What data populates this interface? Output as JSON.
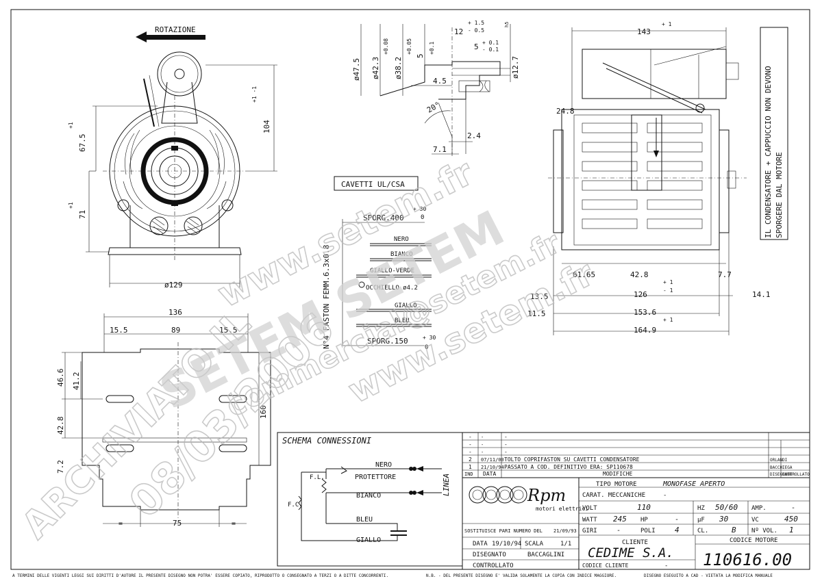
{
  "front_view": {
    "rotation_label": "ROTAZIONE",
    "dim_height_top": "67.5",
    "dim_height_top_tol": "+ 1\n- 1",
    "dim_height_bottom": "71",
    "dim_height_bottom_tol": "+ 1\n- 1",
    "dim_total_height": "104",
    "dim_total_height_tol": "+ 1\n- 1",
    "dim_diameter": "ø129"
  },
  "bottom_view": {
    "dim_width": "136",
    "dim_left": "15.5",
    "dim_center": "89",
    "dim_right": "15.5",
    "dim_46": "46.6",
    "dim_41": "41.2",
    "dim_42": "42.8",
    "dim_72": "7.2",
    "dim_160": "160",
    "dim_75": "75",
    "eq_left": "=",
    "eq_right": "="
  },
  "shaft_detail": {
    "d47": "ø47.5",
    "d42": "ø42.3",
    "d42_tol": "+ 0.08\n  0",
    "d38": "ø38.2",
    "d38_tol": "+ 0.05\n  0",
    "d5": "5",
    "d5_tol": "+ 0.1\n  0",
    "d12": "12",
    "d12_tol": "+ 1.5\n- 0.5",
    "d5b": "5",
    "d5b_tol": "- 0.1",
    "d127": "ø12.7",
    "d127_tol": "h5",
    "d45": "4.5",
    "d20": "20°",
    "d24": "2.4",
    "d71": "7.1"
  },
  "cables": {
    "title": "CAVETTI UL/CSA",
    "faston": "N°4 FASTON FEMM.6.3x0.8",
    "sporg400": "SPORG.400",
    "sporg400_tol": "+ 30\n  0",
    "sporg150": "SPORG.150",
    "sporg150_tol": "+ 30\n  0",
    "wires": [
      "NERO",
      "BIANCO",
      "GIALLO-VERDE",
      "OCCHIELLO ø4.2",
      "GIALLO",
      "BLEU"
    ]
  },
  "side_view": {
    "dim_143": "143",
    "dim_143_tol": "+ 1\n- 1",
    "dim_248": "24.8",
    "dim_6165": "61.65",
    "dim_428": "42.8",
    "dim_77": "7.7",
    "dim_135": "13.5",
    "dim_126": "126",
    "dim_141": "14.1",
    "dim_115": "11.5",
    "dim_1536": "153.6",
    "dim_1649": "164.9",
    "tol": "+ 1\n- 1",
    "note": "IL CONDENSATORE + CAPPUCCIO NON DEVONO\nSPORGERE DAL MOTORE"
  },
  "schema": {
    "title": "SCHEMA CONNESSIONI",
    "nero": "NERO",
    "protettore": "PROTETTORE",
    "bianco": "BIANCO",
    "bleu": "BLEU",
    "giallo": "GIALLO",
    "linea": "LINEA",
    "fl": "F.L.",
    "fc": "F.C."
  },
  "revisions": {
    "rows": [
      {
        "ind": "-",
        "date": "-",
        "desc": "-",
        "who": ""
      },
      {
        "ind": "-",
        "date": "-",
        "desc": "-",
        "who": ""
      },
      {
        "ind": "-",
        "date": "-",
        "desc": "-",
        "who": ""
      },
      {
        "ind": "2",
        "date": "07/11/00",
        "desc": "TOLTO COPRIFASTON SU CAVETTI CONDENSATORE",
        "who": "ORLANDI"
      },
      {
        "ind": "1",
        "date": "21/10/94",
        "desc": "PASSATO A COD. DEFINITIVO ERA: SP110678",
        "who": "BACCHIEGA"
      }
    ],
    "head_ind": "IND",
    "head_data": "DATA",
    "head_mod": "MODIFICHE",
    "head_dis": "DISEGNATO",
    "head_ctrl": "CONTROLLATO"
  },
  "titleblock": {
    "logo": "Rpm",
    "logo_sub": "motori elettrici",
    "tipo_label": "TIPO MOTORE",
    "tipo": "MONOFASE APERTO",
    "carat": "CARAT. MECCANICHE",
    "carat_val": "-",
    "volt_label": "VOLT",
    "volt": "110",
    "hz_label": "HZ",
    "hz": "50/60",
    "amp_label": "AMP.",
    "amp": "-",
    "watt_label": "WATT",
    "watt": "245",
    "hp_label": "HP",
    "hp": "-",
    "uf_label": "µF",
    "uf": "30",
    "vc_label": "VC",
    "vc": "450",
    "giri_label": "GIRI",
    "giri": "-",
    "poli_label": "POLI",
    "poli": "4",
    "cl_label": "CL.",
    "cl": "B",
    "nvol_label": "Nº VOL.",
    "nvol": "1",
    "sost": "SOSTITUISCE PARI NUMERO DEL",
    "sost_date": "21/09/93",
    "data_label": "DATA",
    "data": "19/10/94",
    "scala_label": "SCALA",
    "scala": "1/1",
    "dis_label": "DISEGNATO",
    "dis": "BACCAGLINI",
    "ctrl_label": "CONTROLLATO",
    "cliente_label": "CLIENTE",
    "cliente": "CEDIME S.A.",
    "codcli_label": "CODICE CLIENTE",
    "codcli": "-",
    "codmot_label": "CODICE MOTORE",
    "codmot": "110616.00"
  },
  "footer": {
    "left": "A TERMINI DELLE VIGENTI LEGGI SUI DIRITTI D'AUTORE IL PRESENTE DISEGNO NON POTRA' ESSERE COPIATO, RIPRODOTTO O CONSEGNATO A TERZI O A DITTE CONCORRENTI.",
    "mid": "N.B. - DEL PRESENTE DISEGNO E' VALIDA SOLAMENTE LA COPIA CON INDICE MAGGIORE.",
    "right": "DISEGNO ESEGUITO A CAD - VIETATA LA MODIFICA MANUALE"
  },
  "watermark": {
    "url1": "www.setem.fr",
    "url2": "www.setem.fr",
    "brand": "SETEM SETEM",
    "email": "commercial@setem.fr",
    "archived": "ARCHIVIATO IL",
    "date": "08/03/2006"
  }
}
